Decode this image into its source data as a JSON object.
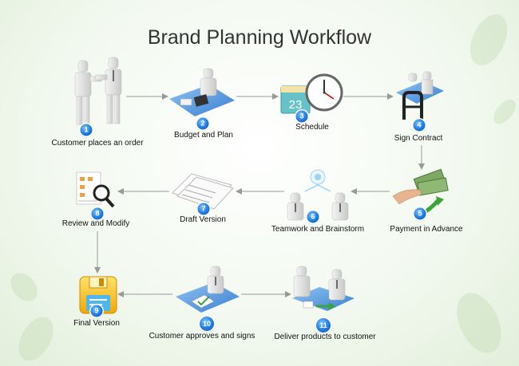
{
  "title": "Brand Planning Workflow",
  "steps": [
    {
      "num": "1",
      "label": "Customer places an order",
      "icon": "people-handshake-icon"
    },
    {
      "num": "2",
      "label": "Budget and Plan",
      "icon": "desk-calculator-icon"
    },
    {
      "num": "3",
      "label": "Schedule",
      "icon": "calendar-clock-icon"
    },
    {
      "num": "4",
      "label": "Sign Contract",
      "icon": "contract-sign-icon"
    },
    {
      "num": "5",
      "label": "Payment in Advance",
      "icon": "cash-payment-icon"
    },
    {
      "num": "6",
      "label": "Teamwork and Brainstorm",
      "icon": "brainstorm-icon"
    },
    {
      "num": "7",
      "label": "Draft Version",
      "icon": "draft-papers-icon"
    },
    {
      "num": "8",
      "label": "Review and Modify",
      "icon": "review-magnifier-icon"
    },
    {
      "num": "9",
      "label": "Final Version",
      "icon": "floppy-disk-icon"
    },
    {
      "num": "10",
      "label": "Customer approves and signs",
      "icon": "approve-sign-icon"
    },
    {
      "num": "11",
      "label": "Deliver products to customer",
      "icon": "delivery-icon"
    }
  ],
  "calendar_day": "23",
  "colors": {
    "arrow": "#999999",
    "badge": "#1e7be0",
    "desk": "#4a8fd6"
  }
}
